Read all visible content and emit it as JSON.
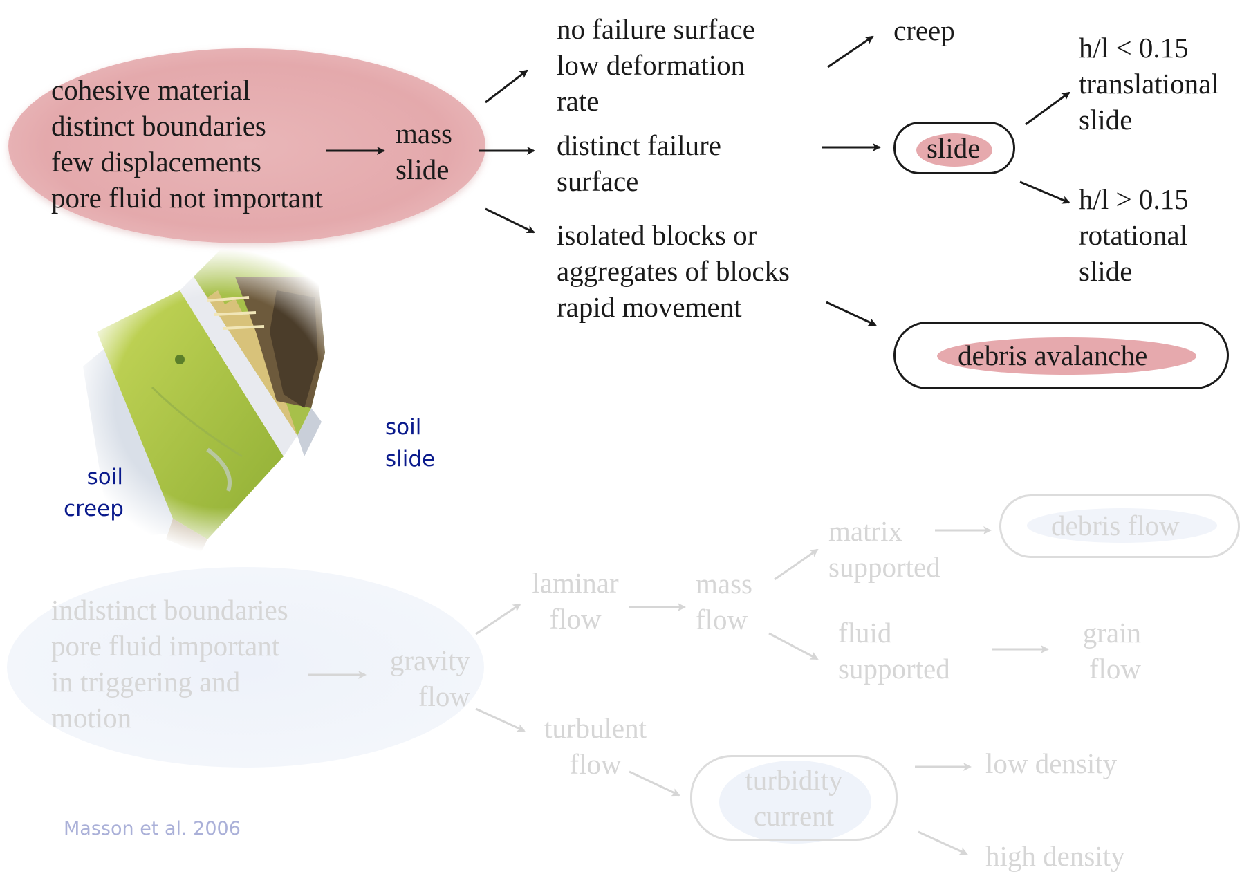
{
  "top": {
    "conditions": [
      "cohesive material",
      "distinct boundaries",
      "few displacements",
      "pore fluid not important"
    ],
    "mass_slide": [
      "mass",
      "slide"
    ],
    "no_failure": [
      "no failure surface",
      "low deformation",
      "rate"
    ],
    "distinct_failure": [
      "distinct failure",
      "surface"
    ],
    "isolated_blocks": [
      "isolated blocks or",
      "aggregates of blocks",
      "rapid movement"
    ],
    "creep": "creep",
    "slide": "slide",
    "translational": [
      "h/l < 0.15",
      "translational",
      "slide"
    ],
    "rotational": [
      "h/l > 0.15",
      "rotational",
      "slide"
    ],
    "debris_avalanche": "debris avalanche"
  },
  "illustration": {
    "soil_slide": [
      "soil",
      "slide"
    ],
    "soil_creep": [
      "soil",
      "creep"
    ]
  },
  "bottom": {
    "conditions": [
      "indistinct boundaries",
      "pore fluid important",
      "in triggering and",
      "motion"
    ],
    "gravity_flow": [
      "gravity",
      "flow"
    ],
    "laminar_flow": [
      "laminar",
      "flow"
    ],
    "mass_flow": [
      "mass",
      "flow"
    ],
    "matrix_supported": [
      "matrix",
      "supported"
    ],
    "debris_flow": "debris flow",
    "fluid_supported": [
      "fluid",
      "supported"
    ],
    "grain_flow": [
      "grain",
      "flow"
    ],
    "turbulent_flow": [
      "turbulent",
      "flow"
    ],
    "turbidity_current": [
      "turbidity",
      "current"
    ],
    "low_density": "low density",
    "high_density": "high density"
  },
  "credit": "Masson et al. 2006",
  "colors": {
    "highlight_pink": "#e6a9ad",
    "highlight_blue": "#e8eef8",
    "text": "#1a1a1a",
    "faded_text": "#d6d6d6",
    "label_blue": "#0a1a8c"
  },
  "icons": [
    "arrow-icon",
    "landslide-illustration"
  ]
}
